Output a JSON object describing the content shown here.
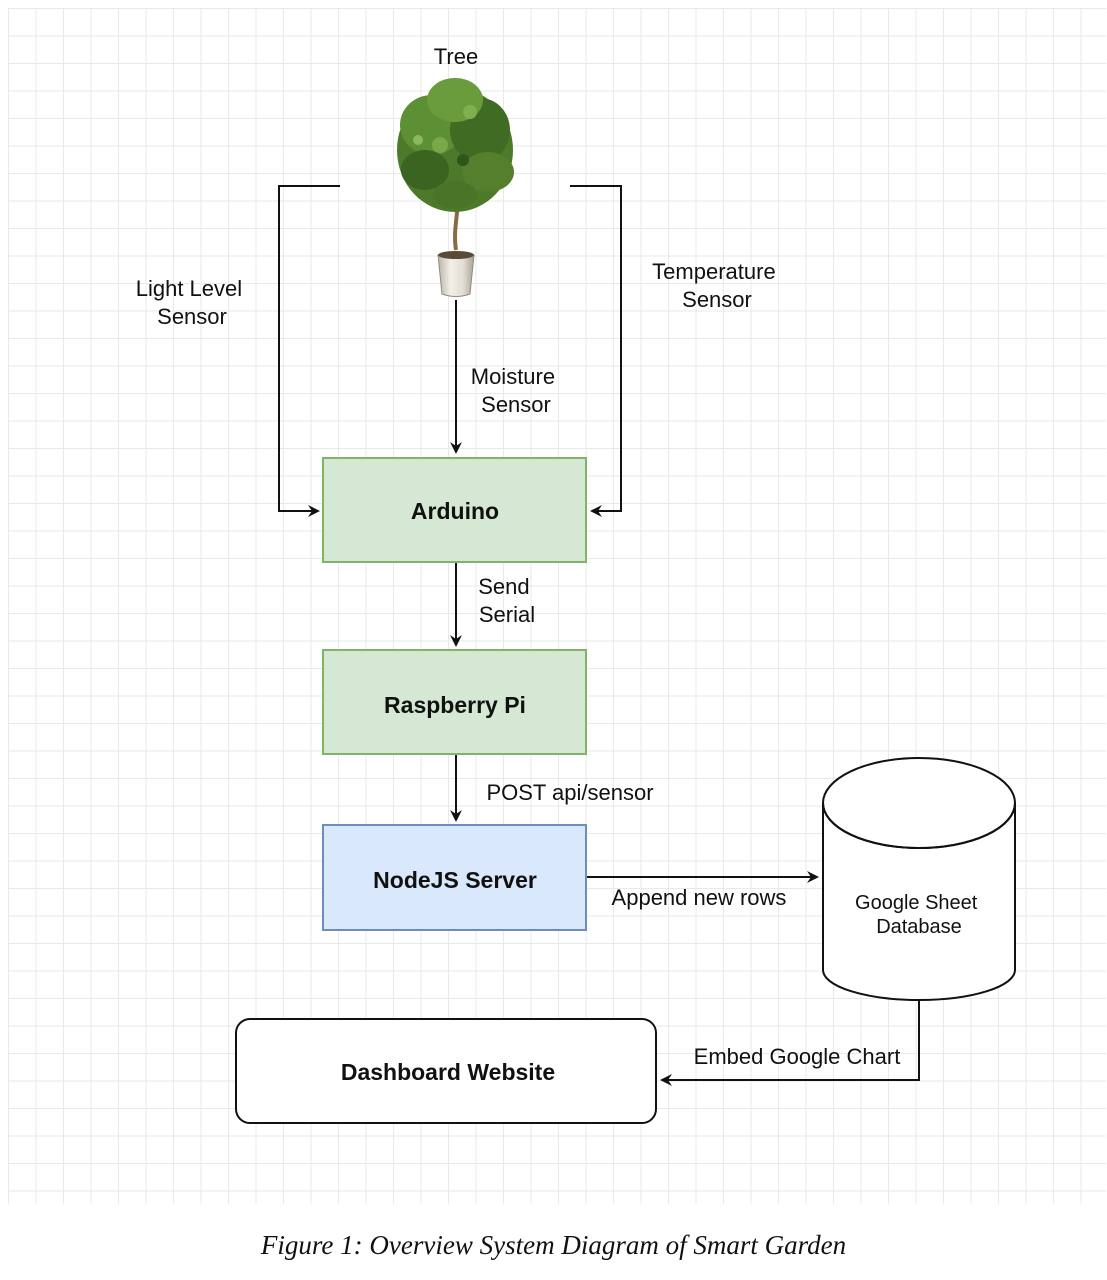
{
  "diagram": {
    "tree_label": "Tree",
    "nodes": {
      "arduino": "Arduino",
      "raspberry_pi": "Raspberry Pi",
      "nodejs_server": "NodeJS Server",
      "database": [
        "Google Sheet",
        "Database"
      ],
      "dashboard": "Dashboard Website"
    },
    "edges": {
      "light_sensor": [
        "Light Level",
        "Sensor"
      ],
      "temperature_sensor": [
        "Temperature",
        "Sensor"
      ],
      "moisture_sensor": [
        "Moisture",
        "Sensor"
      ],
      "send_serial": [
        "Send",
        "Serial"
      ],
      "post_api": "POST api/sensor",
      "append_rows": "Append new rows",
      "embed_chart": "Embed Google Chart"
    },
    "colors": {
      "green_fill": "#d5e8d4",
      "green_stroke": "#82b366",
      "blue_fill": "#dae8fc",
      "blue_stroke": "#6c8ebf",
      "line": "#111111"
    }
  },
  "caption": "Figure 1: Overview System Diagram of Smart Garden"
}
